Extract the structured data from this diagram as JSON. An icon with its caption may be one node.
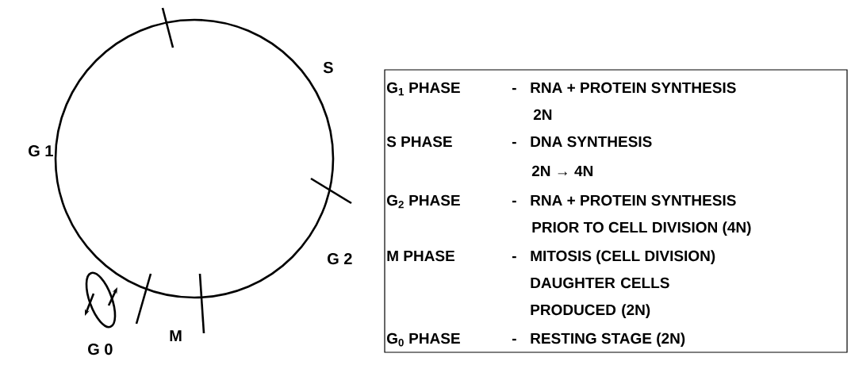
{
  "diagram": {
    "nodes": [
      {
        "text": [
          "G$_{1}$ PHASE",
          "-",
          "RNA + PROTEIN SYNTHESIS",
          "2N",
          "S PHASE",
          "-",
          "DNA SYNTHESIS",
          "2N → 4N",
          "G$_{2}$ PHASE",
          "-",
          "RNA + PROTEIN SYNTHESIS",
          "PRIOR TO CELL DIVISION (4N)",
          "M PHASE",
          "-",
          "MITOSIS (CELL DIVISION)",
          "DAUGHTER CELLS PRODUCED (2N)",
          "G$_{0}$ PHASE",
          "-",
          "RESTING STAGE (2N)"
        ]
      }
    ],
    "labels": [
      "S",
      "G 1",
      "G 2",
      "M",
      "G 0"
    ]
  }
}
